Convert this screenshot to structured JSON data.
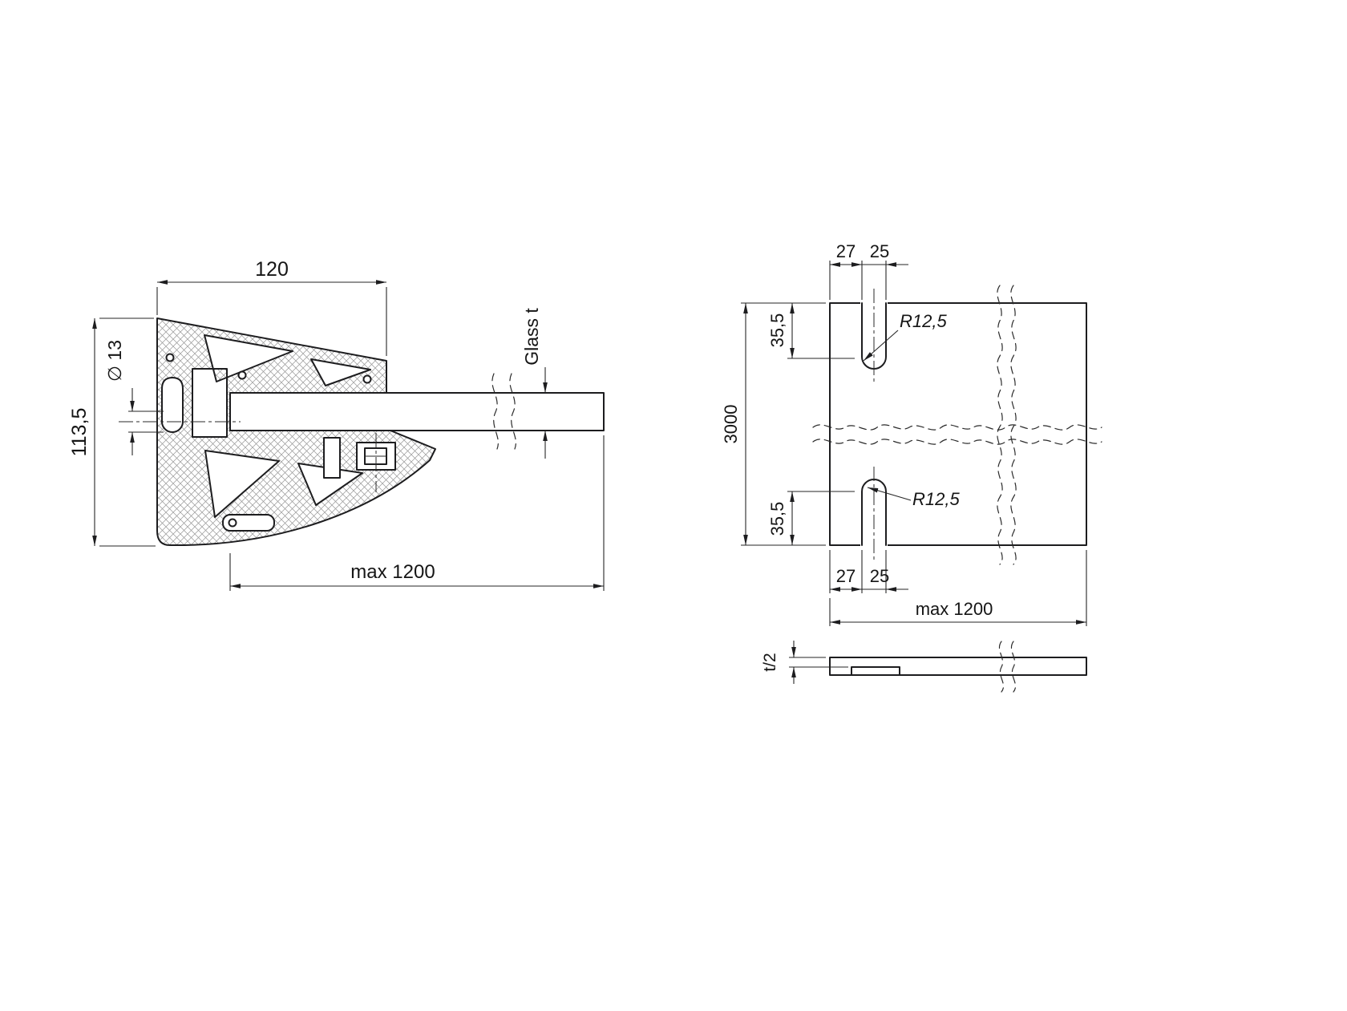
{
  "drawing": {
    "background": "#ffffff",
    "ink": "#1d1d1f"
  },
  "section_view": {
    "dim_width_top": "120",
    "dim_height": "113,5",
    "dim_hole": "∅ 13",
    "label_glass": "Glass t",
    "dim_max_width": "max 1200"
  },
  "panel_view": {
    "dim_top_offset": "27",
    "dim_top_slot": "25",
    "dim_top_edge": "35,5",
    "label_top_radius": "R12,5",
    "dim_height": "3000",
    "dim_bottom_edge": "35,5",
    "label_bottom_radius": "R12,5",
    "dim_bottom_offset": "27",
    "dim_bottom_slot": "25",
    "dim_max_width": "max 1200"
  },
  "thickness_view": {
    "dim_half_thickness": "t/2"
  }
}
